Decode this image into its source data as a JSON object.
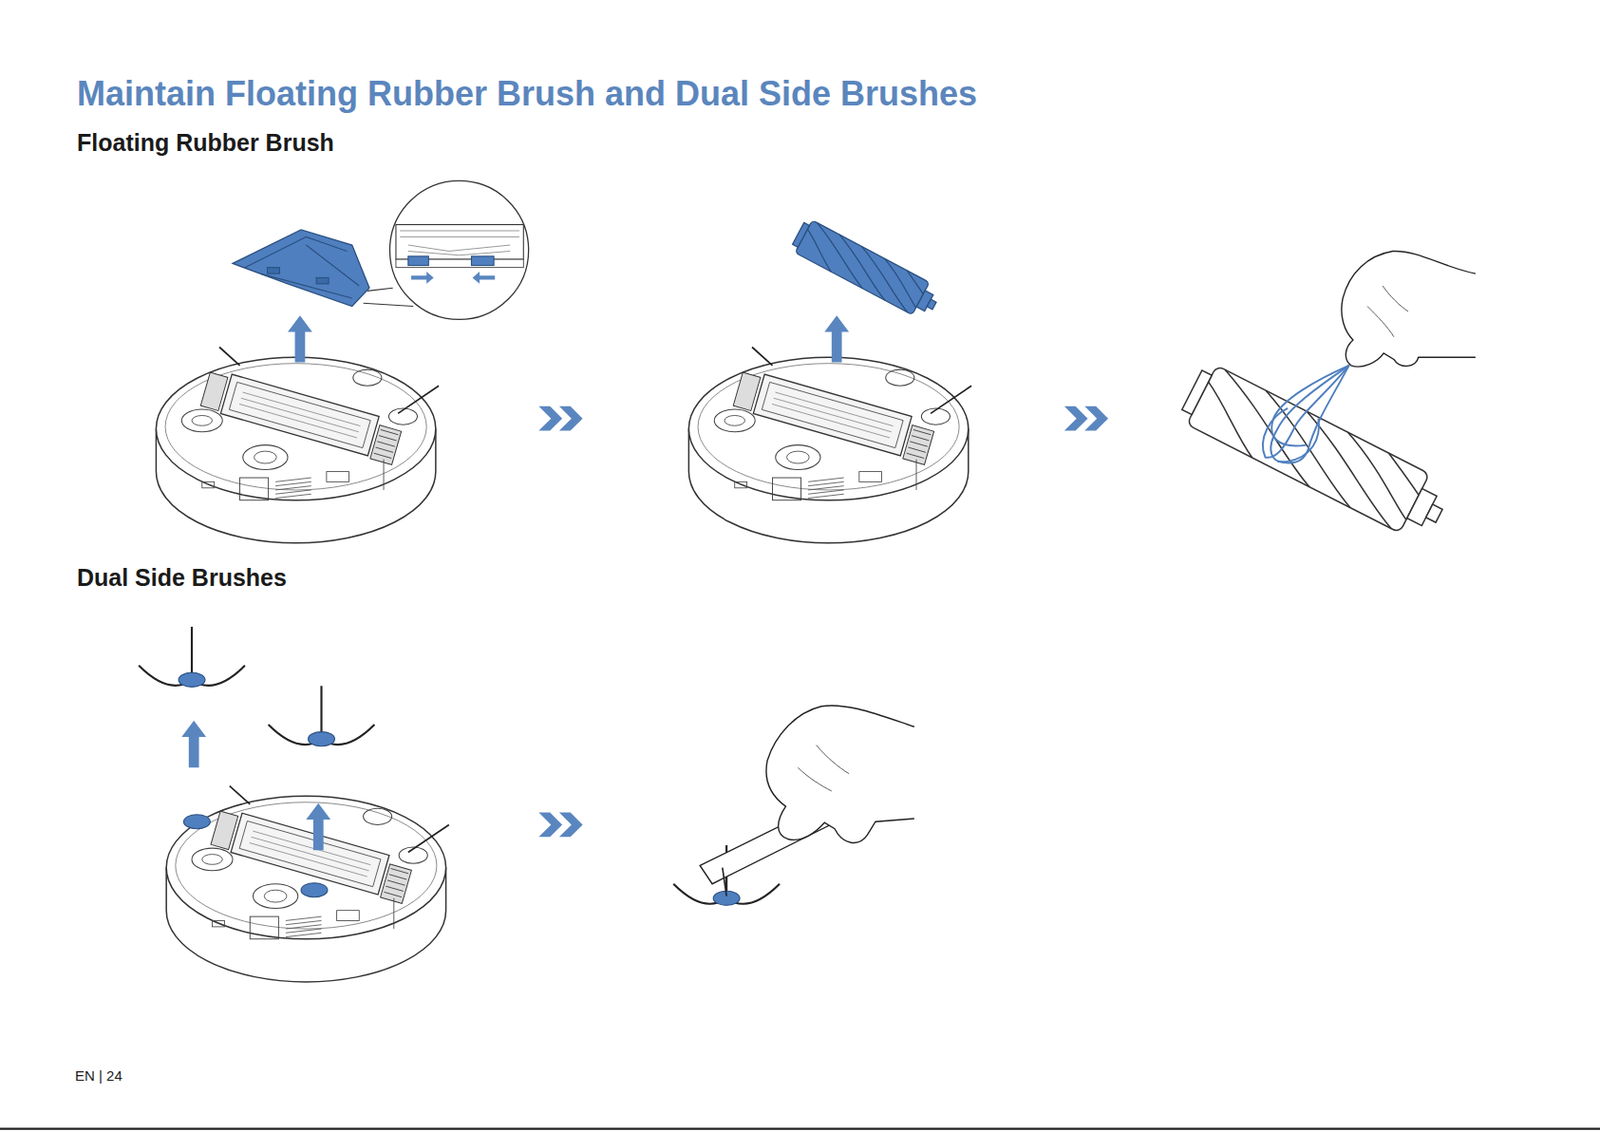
{
  "diagram": {
    "title": "Maintain Floating Rubber Brush and Dual Side Brushes",
    "labels": [
      "Floating Rubber Brush",
      "Dual Side Brushes",
      "EN | 24"
    ]
  }
}
